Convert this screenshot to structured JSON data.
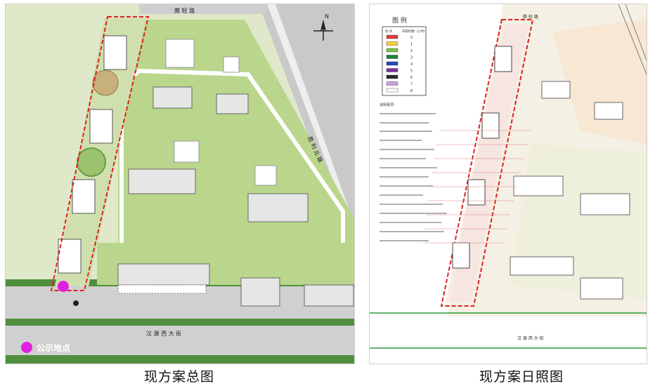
{
  "captions": {
    "left": "现方案总图",
    "right": "现方案日照图"
  },
  "site_plan": {
    "road_top": "腾 轻 路",
    "road_right": "胜 利 北 路",
    "road_bottom": "汉 源 西 大 街",
    "legend_label": "公示地点",
    "legend_color": "#e020e0",
    "compass": "N",
    "boundary_color": "#e02020"
  },
  "sunlight_map": {
    "legend_title": "图  例",
    "legend_header_left": "色 块",
    "legend_header_right": "日照时数（小时）",
    "legend_rows": [
      {
        "color": "#e53935",
        "hours": "0"
      },
      {
        "color": "#f6d02f",
        "hours": "1"
      },
      {
        "color": "#7cc242",
        "hours": "2"
      },
      {
        "color": "#1a7f3c",
        "hours": "3"
      },
      {
        "color": "#2447b8",
        "hours": "4"
      },
      {
        "color": "#7b2fa0",
        "hours": "5"
      },
      {
        "color": "#2b2b2b",
        "hours": "6"
      },
      {
        "color": "#c9a0dc",
        "hours": "7"
      },
      {
        "color": "#ffffff",
        "hours": "8"
      }
    ],
    "road_top": "腾 轻 路",
    "road_bottom": "汉 源 西 大 街",
    "notes_heading": "说明事项："
  }
}
